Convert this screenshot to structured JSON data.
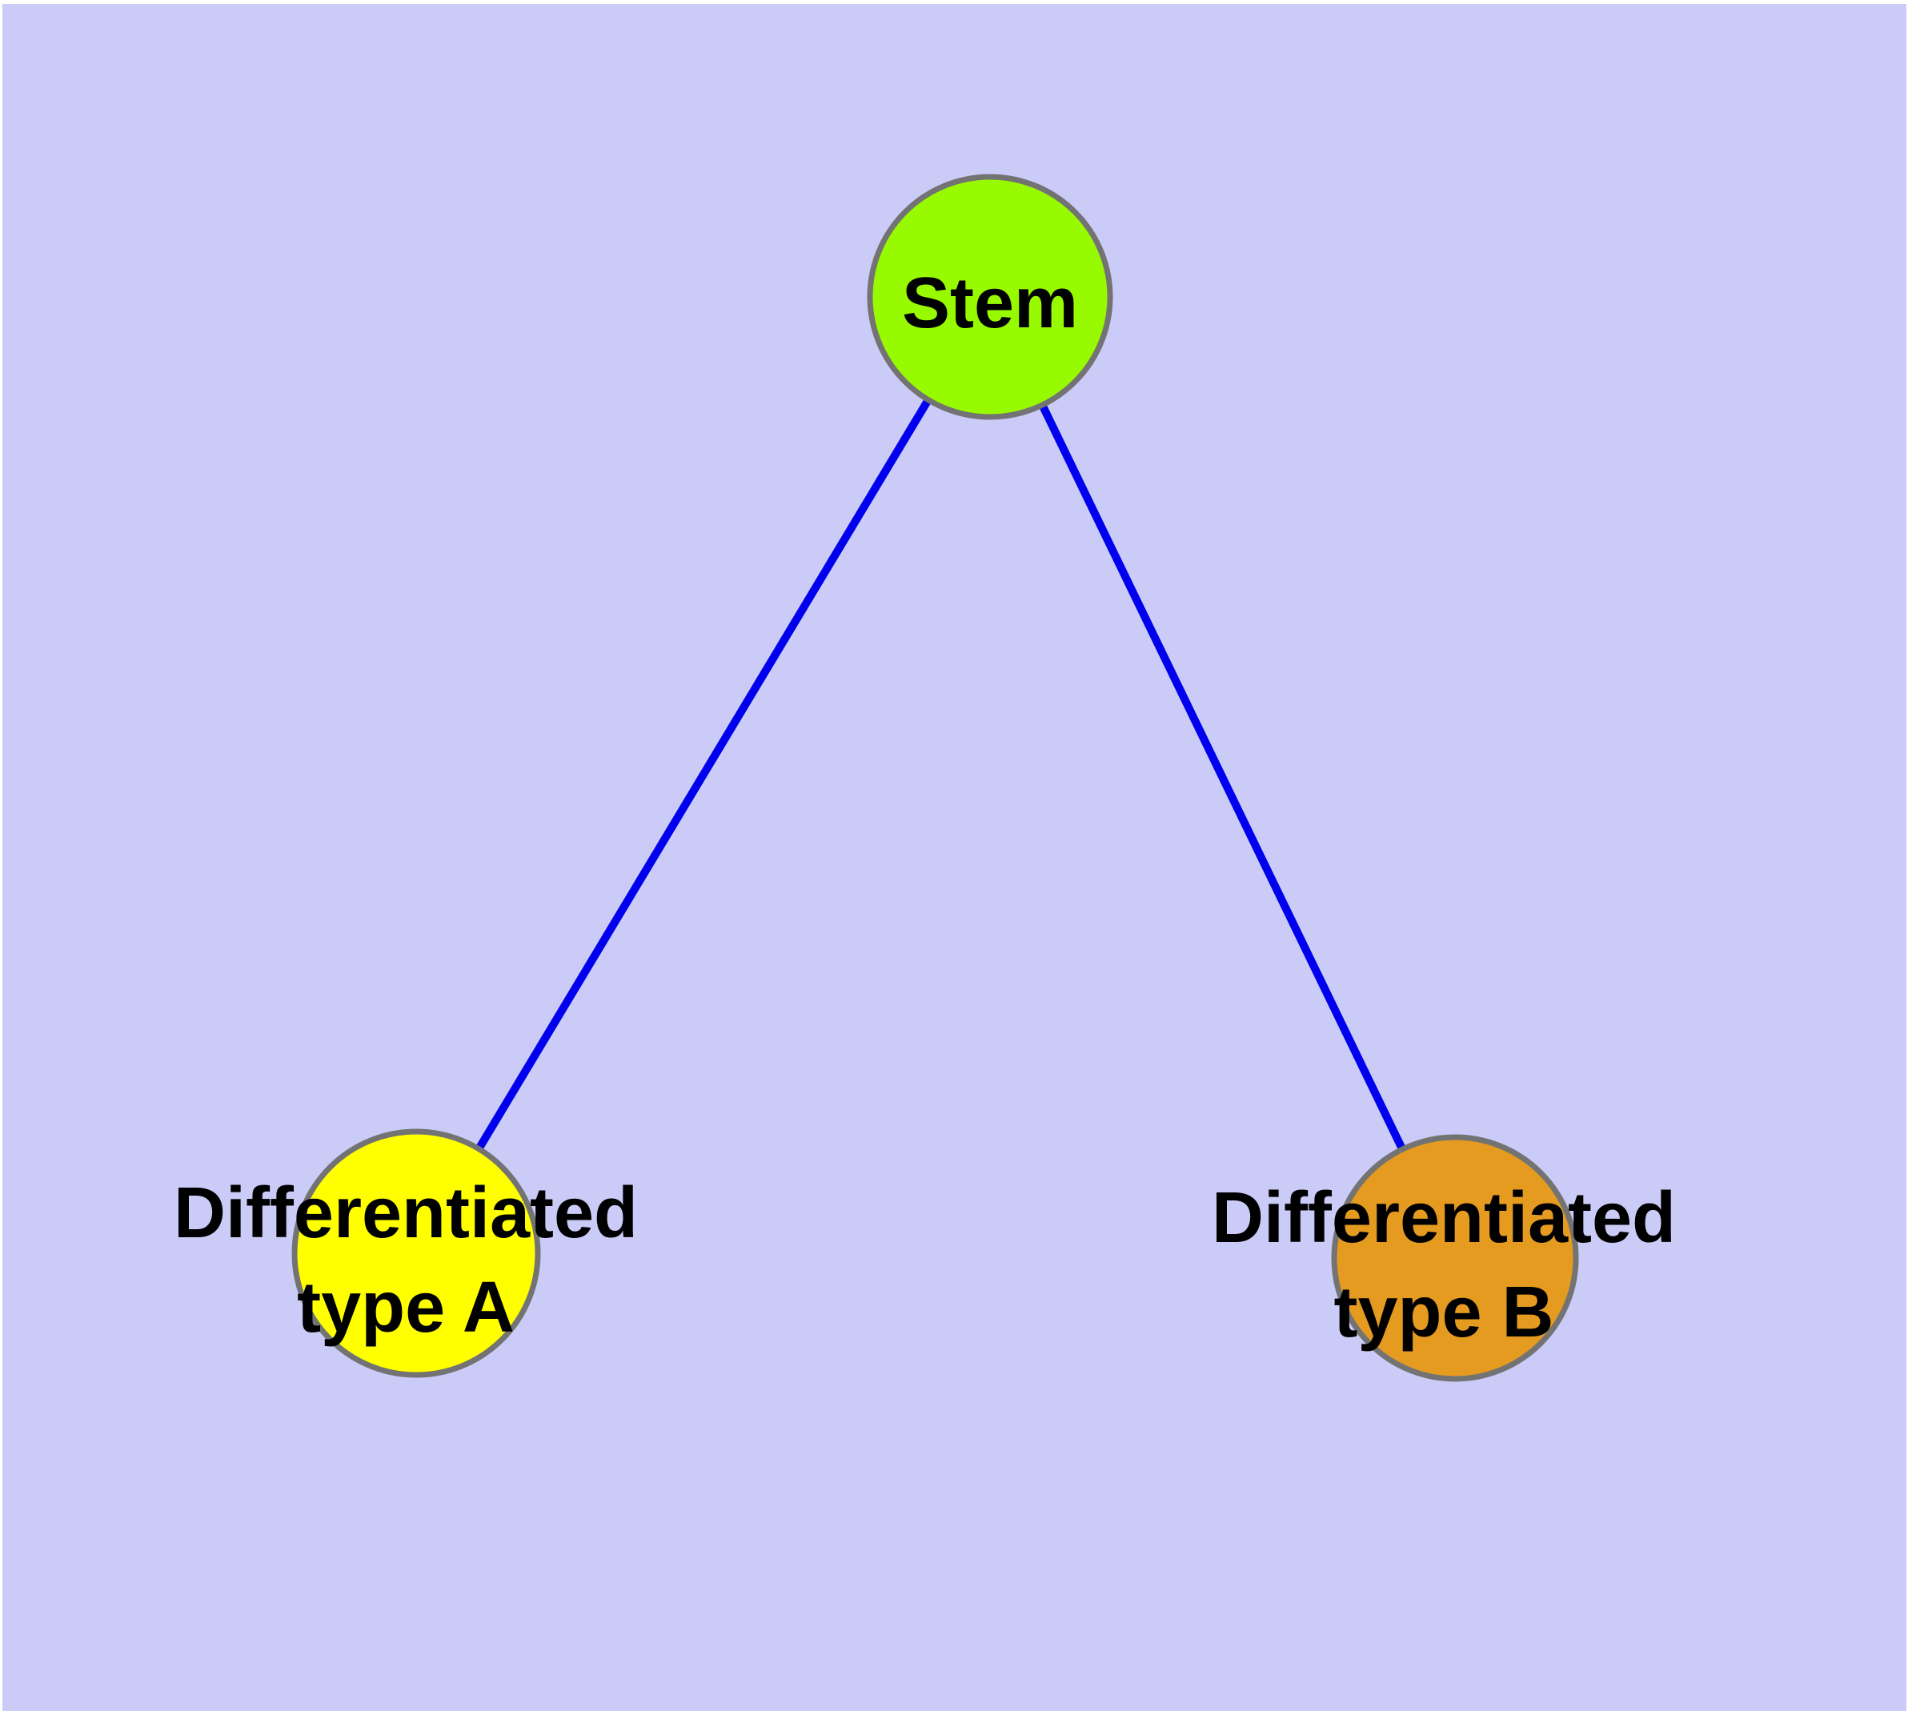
{
  "diagram": {
    "background_color": "#cbcbf8",
    "frame_color": "#ffffff",
    "text_color": "#000000",
    "edge_color": "#0000ee",
    "node_border_color": "#737373",
    "nodes": [
      {
        "id": "stem",
        "label": "Stem",
        "fill": "#98fa00"
      },
      {
        "id": "differentiated-type-a",
        "label_line1": "Differentiated",
        "label_line2": "type A",
        "fill": "#ffff00"
      },
      {
        "id": "differentiated-type-b",
        "label_line1": "Differentiated",
        "label_line2": "type B",
        "fill": "#e59a20"
      }
    ],
    "edges": [
      {
        "from": "Stem",
        "to": "Differentiated type A"
      },
      {
        "from": "Stem",
        "to": "Differentiated type B"
      }
    ]
  }
}
